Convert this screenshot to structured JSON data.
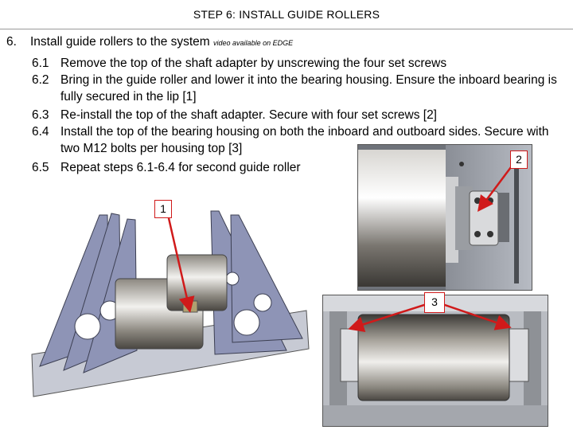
{
  "title": "STEP 6: INSTALL GUIDE ROLLERS",
  "main_step": {
    "number": "6.",
    "text": "Install guide rollers to the system",
    "note": "video available on EDGE"
  },
  "sub_steps": [
    {
      "number": "6.1",
      "text": "Remove the top of the shaft adapter by unscrewing the four set screws"
    },
    {
      "number": "6.2",
      "text": "Bring in the guide roller and lower it into the bearing housing. Ensure the inboard bearing is fully secured in the lip [1]"
    },
    {
      "number": "6.3",
      "text": "Re-install the top of the shaft adapter. Secure with four set screws [2]"
    },
    {
      "number": "6.4",
      "text": "Install the top of the bearing housing on both the inboard and outboard sides. Secure with two M12 bolts per housing top [3]"
    },
    {
      "number": "6.5",
      "text": "Repeat steps 6.1-6.4 for second guide roller"
    }
  ],
  "callouts": {
    "one": "1",
    "two": "2",
    "three": "3"
  },
  "colors": {
    "callout": "#d01a1a",
    "frame_steel": "#7d84a8",
    "roller": "#b8b4ac"
  }
}
